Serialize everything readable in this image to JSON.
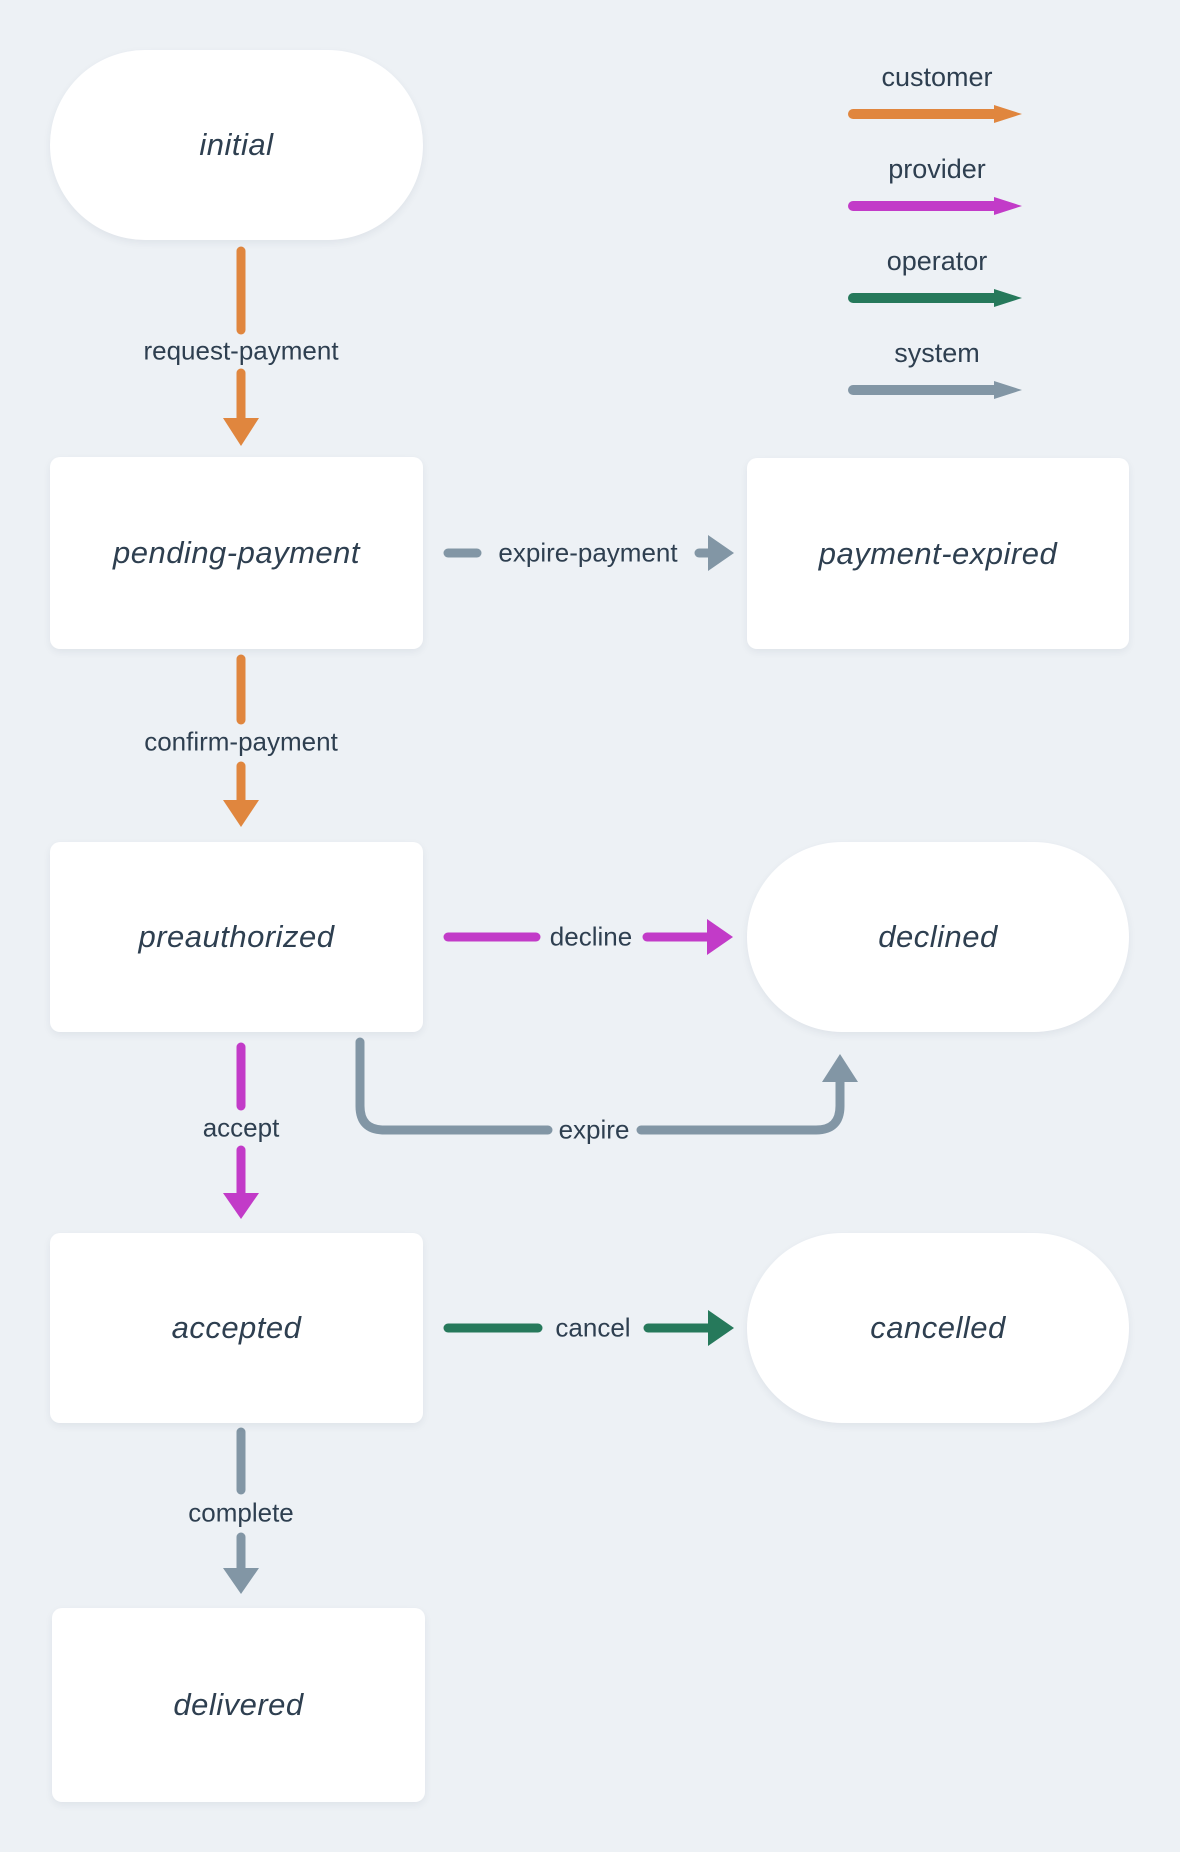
{
  "colors": {
    "customer": "#e0863e",
    "provider": "#c23bc8",
    "operator": "#26795b",
    "system": "#8296a5",
    "node_fill": "#ffffff",
    "node_text": "#2e3f50",
    "background": "#edf1f5"
  },
  "legend": {
    "items": [
      {
        "label": "customer"
      },
      {
        "label": "provider"
      },
      {
        "label": "operator"
      },
      {
        "label": "system"
      }
    ]
  },
  "nodes": {
    "initial": {
      "label": "initial",
      "shape": "pill"
    },
    "pending_payment": {
      "label": "pending-payment",
      "shape": "rect"
    },
    "payment_expired": {
      "label": "payment-expired",
      "shape": "rect"
    },
    "preauthorized": {
      "label": "preauthorized",
      "shape": "rect"
    },
    "declined": {
      "label": "declined",
      "shape": "pill"
    },
    "accepted": {
      "label": "accepted",
      "shape": "rect"
    },
    "cancelled": {
      "label": "cancelled",
      "shape": "pill"
    },
    "delivered": {
      "label": "delivered",
      "shape": "rect"
    }
  },
  "edges": {
    "request_payment": {
      "label": "request-payment",
      "actor": "customer",
      "from": "initial",
      "to": "pending-payment"
    },
    "expire_payment": {
      "label": "expire-payment",
      "actor": "system",
      "from": "pending-payment",
      "to": "payment-expired"
    },
    "confirm_payment": {
      "label": "confirm-payment",
      "actor": "customer",
      "from": "pending-payment",
      "to": "preauthorized"
    },
    "decline": {
      "label": "decline",
      "actor": "provider",
      "from": "preauthorized",
      "to": "declined"
    },
    "expire": {
      "label": "expire",
      "actor": "system",
      "from": "preauthorized",
      "to": "declined"
    },
    "accept": {
      "label": "accept",
      "actor": "provider",
      "from": "preauthorized",
      "to": "accepted"
    },
    "cancel": {
      "label": "cancel",
      "actor": "operator",
      "from": "accepted",
      "to": "cancelled"
    },
    "complete": {
      "label": "complete",
      "actor": "system",
      "from": "accepted",
      "to": "delivered"
    }
  }
}
